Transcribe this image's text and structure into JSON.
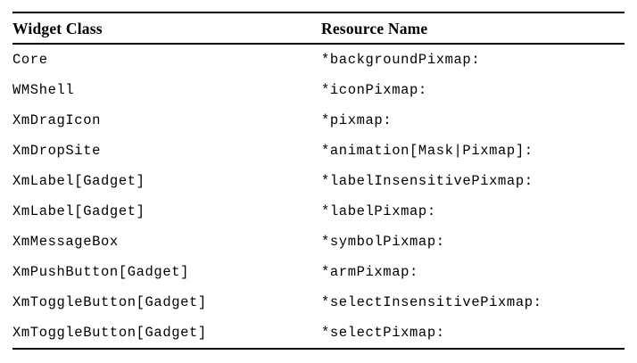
{
  "table": {
    "columns": [
      {
        "label": "Widget Class"
      },
      {
        "label": "Resource Name"
      }
    ],
    "rows": [
      {
        "widget_class": "Core",
        "resource_name": "*backgroundPixmap:"
      },
      {
        "widget_class": "WMShell",
        "resource_name": "*iconPixmap:"
      },
      {
        "widget_class": "XmDragIcon",
        "resource_name": "*pixmap:"
      },
      {
        "widget_class": "XmDropSite",
        "resource_name": "*animation[Mask|Pixmap]:"
      },
      {
        "widget_class": "XmLabel[Gadget]",
        "resource_name": "*labelInsensitivePixmap:"
      },
      {
        "widget_class": "XmLabel[Gadget]",
        "resource_name": "*labelPixmap:"
      },
      {
        "widget_class": "XmMessageBox",
        "resource_name": "*symbolPixmap:"
      },
      {
        "widget_class": "XmPushButton[Gadget]",
        "resource_name": "*armPixmap:"
      },
      {
        "widget_class": "XmToggleButton[Gadget]",
        "resource_name": "*selectInsensitivePixmap:"
      },
      {
        "widget_class": "XmToggleButton[Gadget]",
        "resource_name": "*selectPixmap:"
      }
    ],
    "colors": {
      "text": "#000000",
      "background": "#ffffff",
      "rule": "#000000"
    }
  }
}
